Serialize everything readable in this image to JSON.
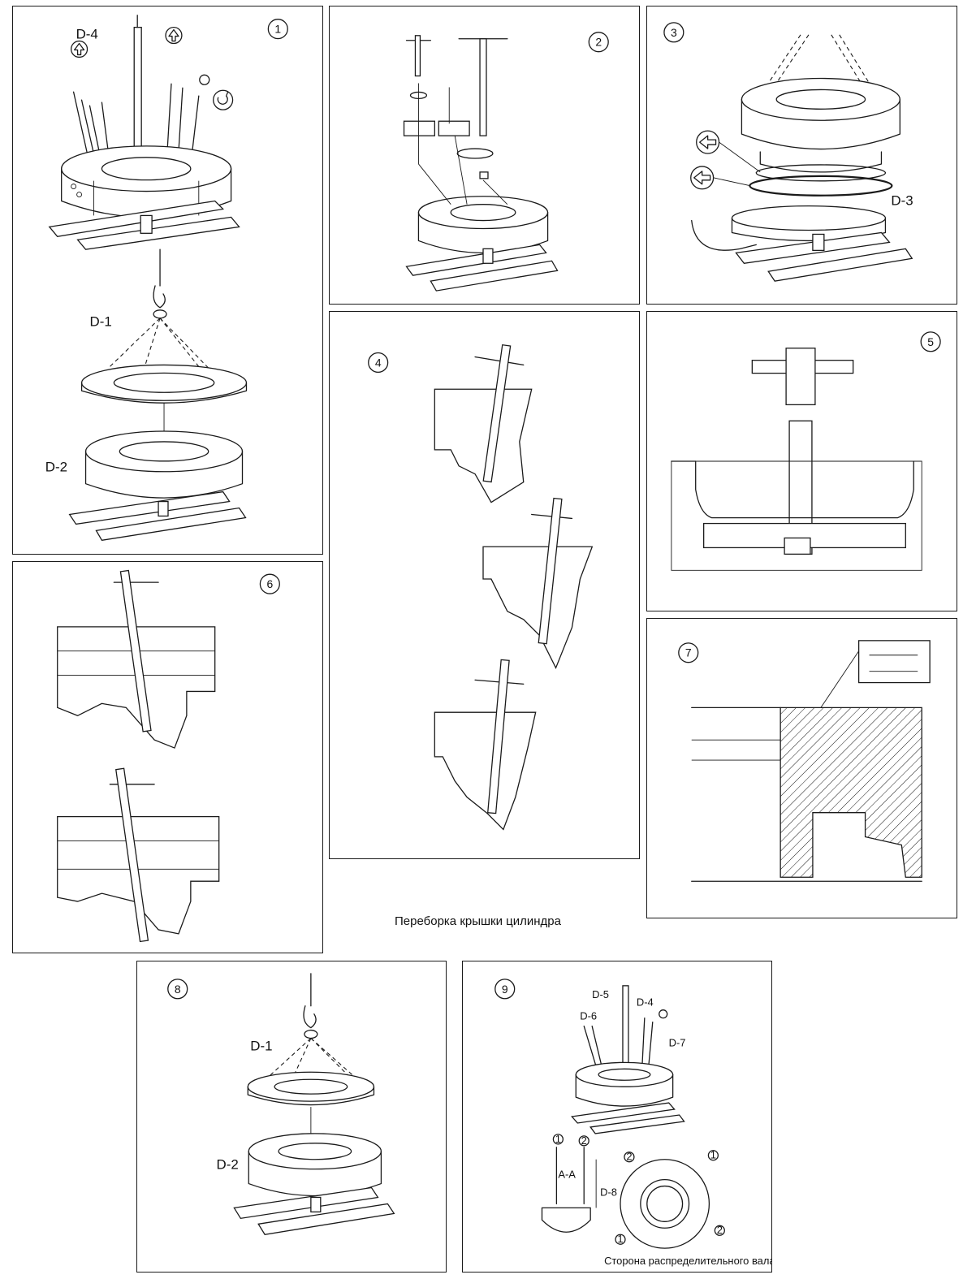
{
  "caption": "Переборка крышки цилиндра",
  "panels": {
    "p1": {
      "step": "1",
      "labels": [
        "D-4",
        "D-1",
        "D-2"
      ]
    },
    "p2": {
      "step": "2"
    },
    "p3": {
      "step": "3",
      "labels": [
        "D-3"
      ]
    },
    "p4": {
      "step": "4"
    },
    "p5": {
      "step": "5"
    },
    "p6": {
      "step": "6"
    },
    "p7": {
      "step": "7"
    },
    "p8": {
      "step": "8",
      "labels": [
        "D-1",
        "D-2"
      ]
    },
    "p9": {
      "step": "9",
      "labels": [
        "D-5",
        "D-4",
        "D-6",
        "D-7",
        "A-A",
        "D-8"
      ],
      "markers": [
        "1",
        "2",
        "2",
        "1",
        "1",
        "2"
      ],
      "note": "Сторона распределительного вала"
    }
  }
}
